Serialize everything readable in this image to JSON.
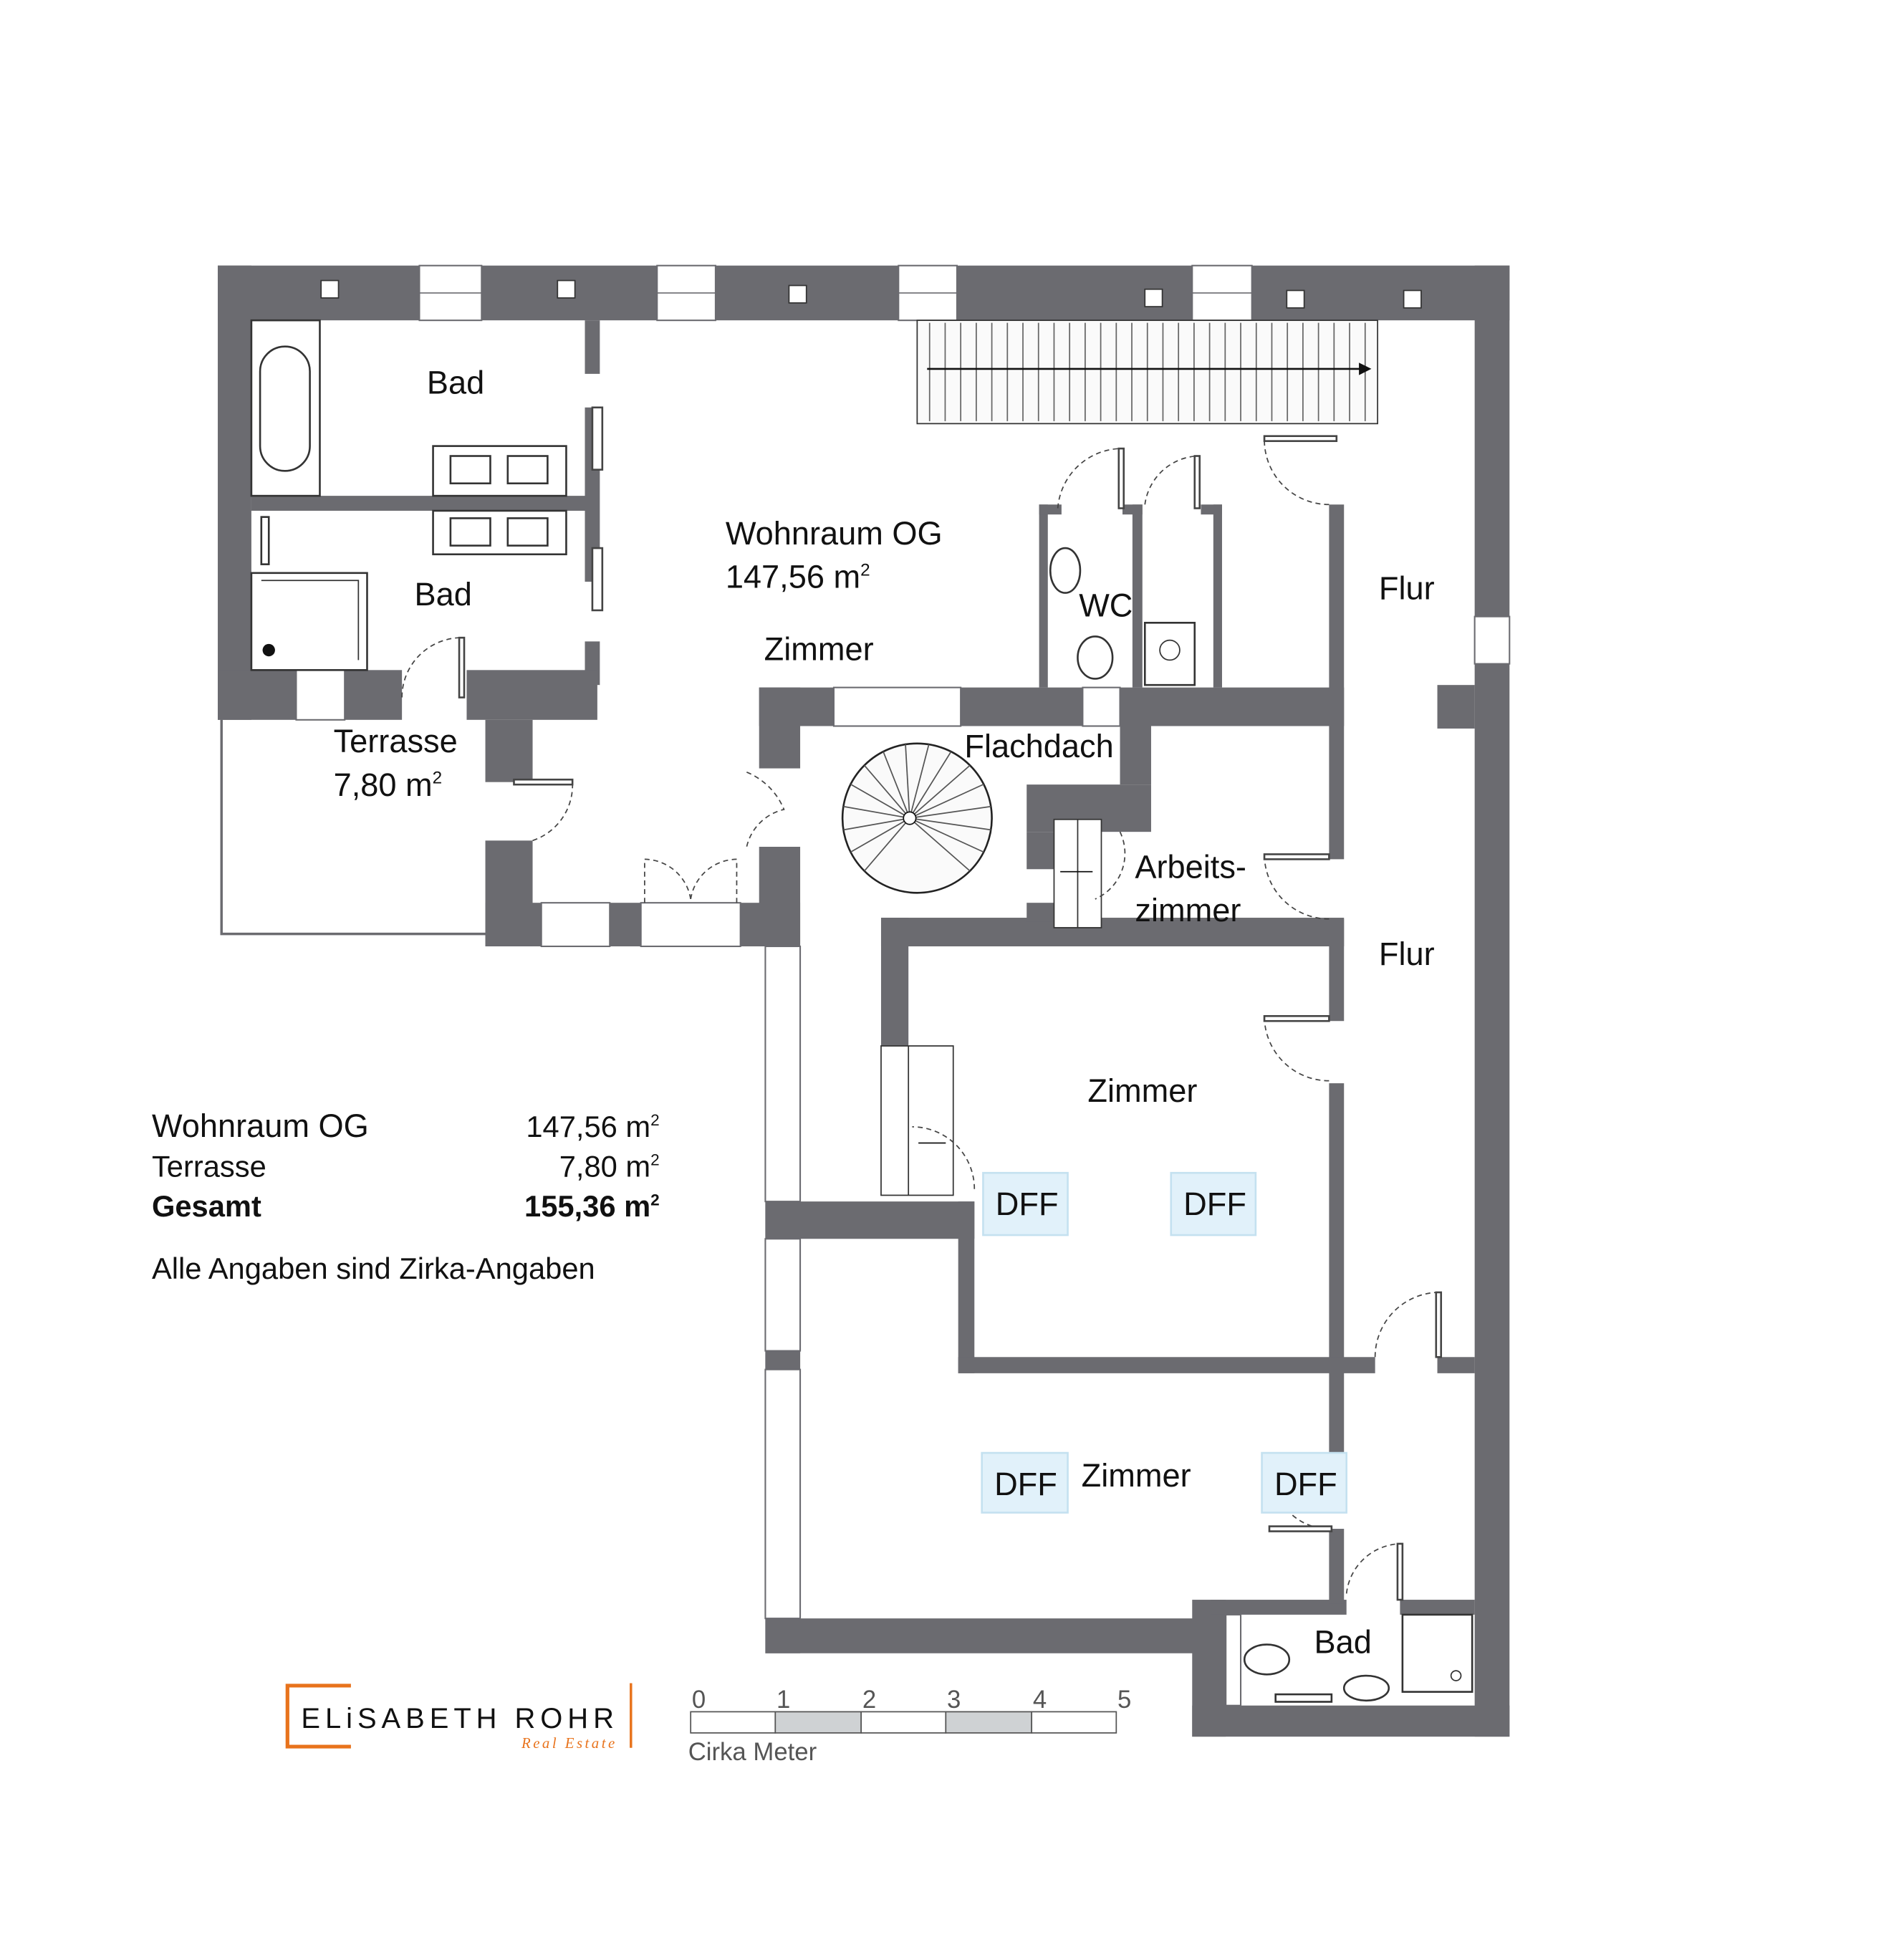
{
  "rooms": {
    "bad_top": "Bad",
    "bad_mid": "Bad",
    "wohnraum_name": "Wohnraum OG",
    "wohnraum_area": "147,56 m",
    "terrasse_name": "Terrasse",
    "terrasse_area": "7,80 m",
    "zimmer_top": "Zimmer",
    "wc": "WC",
    "flachdach": "Flachdach",
    "flur_top": "Flur",
    "flur_mid": "Flur",
    "arbeits_1": "Arbeits-",
    "arbeits_2": "zimmer",
    "zimmer_mid": "Zimmer",
    "zimmer_bottom": "Zimmer",
    "bad_bottom": "Bad",
    "dff": "DFF",
    "sup": "2"
  },
  "summary": {
    "rows": [
      {
        "label": "Wohnraum OG",
        "value": "147,56 m"
      },
      {
        "label": "Terrasse",
        "value": "7,80 m"
      },
      {
        "label": "Gesamt",
        "value": "155,36 m"
      }
    ],
    "note": "Alle Angaben sind Zirka-Angaben"
  },
  "logo": {
    "name": "ELiSABETH ROHR",
    "tagline": "Real Estate",
    "color": "#e8731c"
  },
  "scale": {
    "ticks": [
      "0",
      "1",
      "2",
      "3",
      "4",
      "5"
    ],
    "label": "Cirka Meter"
  }
}
